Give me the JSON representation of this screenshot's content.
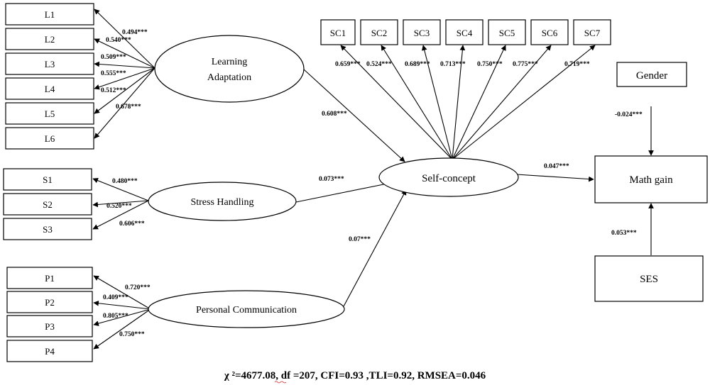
{
  "indicators": {
    "learning": [
      "L1",
      "L2",
      "L3",
      "L4",
      "L5",
      "L6"
    ],
    "stress": [
      "S1",
      "S2",
      "S3"
    ],
    "communication": [
      "P1",
      "P2",
      "P3",
      "P4"
    ],
    "self_concept": [
      "SC1",
      "SC2",
      "SC3",
      "SC4",
      "SC5",
      "SC6",
      "SC7"
    ]
  },
  "latent": {
    "learning_line1": "Learning",
    "learning_line2": "Adaptation",
    "stress": "Stress Handling",
    "communication": "Personal Communication",
    "self_concept": "Self-concept"
  },
  "observed": {
    "gender": "Gender",
    "math_gain": "Math gain",
    "ses": "SES"
  },
  "loadings": {
    "learning": [
      "0.494***",
      "0.540***",
      "0.509***",
      "0.555***",
      "0.512***",
      "0.678***"
    ],
    "stress": [
      "0.480***",
      "0.520***",
      "0.606***"
    ],
    "communication": [
      "0.720***",
      "0.409***",
      "0.805***",
      "0.750***"
    ],
    "self_concept": [
      "0.659***",
      "0.524***",
      "0.689***",
      "0.713***",
      "0.750***",
      "0.775***",
      "0.719***"
    ]
  },
  "paths": {
    "learning_to_sc": "0.608***",
    "stress_to_sc": "0.073***",
    "comm_to_sc": "0.07***",
    "sc_to_math": "0.047***",
    "gender_to_math": "-0.024***",
    "ses_to_math": "0.053***"
  },
  "fit": {
    "chi": "χ ²",
    "rest": "=4677.08, df =207, CFI=0.93 ,TLI=0.92, RMSEA=0.046"
  }
}
